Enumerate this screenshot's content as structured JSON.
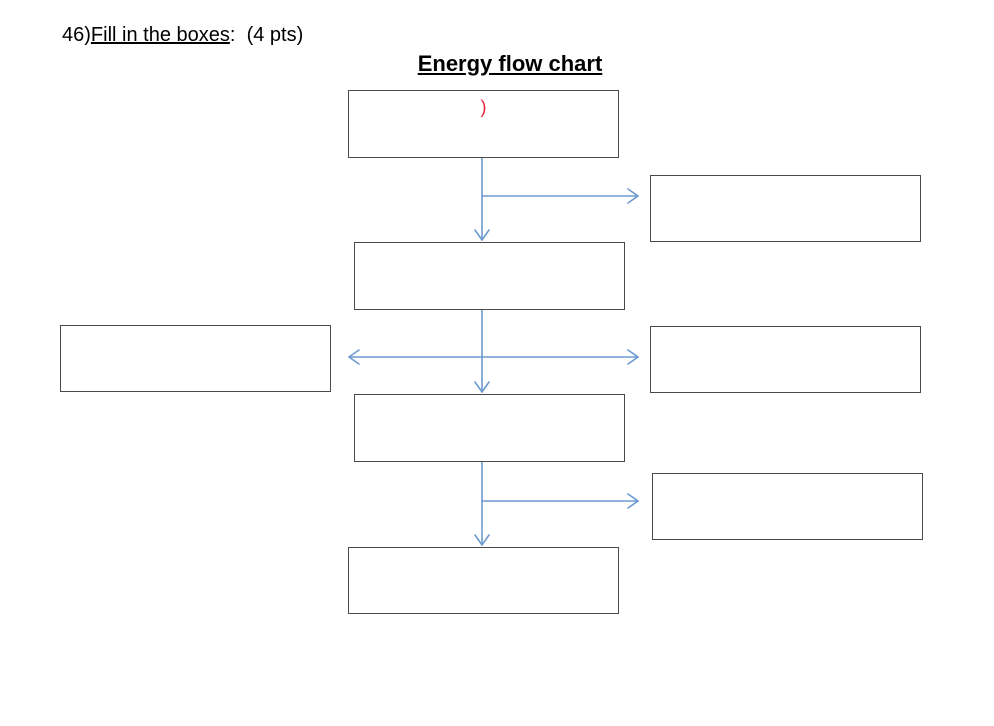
{
  "question": {
    "number": "46)",
    "instruction": "Fill in the boxes",
    "colon": ":",
    "points": "(4 pts)"
  },
  "diagram": {
    "title": "Energy flow chart",
    "arrow_color": "#6f9bd1",
    "mark_color": "#e8243c",
    "boxes": [
      {
        "id": "box-top",
        "text": ")"
      },
      {
        "id": "box-right-1",
        "text": ""
      },
      {
        "id": "box-middle-1",
        "text": ""
      },
      {
        "id": "box-left",
        "text": ""
      },
      {
        "id": "box-right-2",
        "text": ""
      },
      {
        "id": "box-middle-2",
        "text": ""
      },
      {
        "id": "box-right-3",
        "text": ""
      },
      {
        "id": "box-bottom",
        "text": ""
      }
    ]
  }
}
